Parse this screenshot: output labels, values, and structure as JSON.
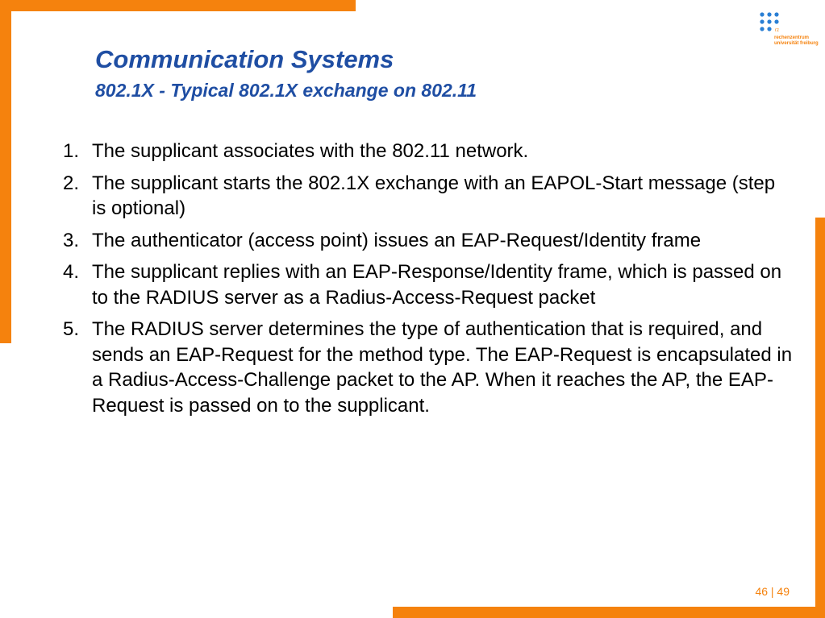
{
  "header": {
    "title": "Communication Systems",
    "subtitle": "802.1X - Typical 802.1X exchange on 802.11"
  },
  "logo": {
    "line1": "rechenzentrum",
    "line2": "universität freiburg",
    "mark": "rz",
    "icon": "dot-grid-logo"
  },
  "steps": [
    {
      "number": "1.",
      "text": "The supplicant associates with the 802.11 network."
    },
    {
      "number": "2.",
      "text": "The supplicant starts the 802.1X exchange with an EAPOL-Start message (step is optional)"
    },
    {
      "number": "3.",
      "text": "The authenticator (access point) issues an EAP-Request/Identity frame"
    },
    {
      "number": "4.",
      "text": "The supplicant replies with an EAP-Response/Identity frame, which is passed on to the RADIUS server as a Radius-Access-Request packet"
    },
    {
      "number": "5.",
      "text": "The RADIUS server determines the type of authentication that is required, and sends an EAP-Request for the method type. The EAP-Request is encapsulated in a Radius-Access-Challenge packet to the AP. When it reaches the AP, the EAP-Request is passed on to the supplicant."
    }
  ],
  "footer": {
    "page_number": "46 | 49"
  },
  "colors": {
    "accent": "#f5820d",
    "title": "#1f4ea3",
    "logo_dots": "#2a7fd4"
  }
}
